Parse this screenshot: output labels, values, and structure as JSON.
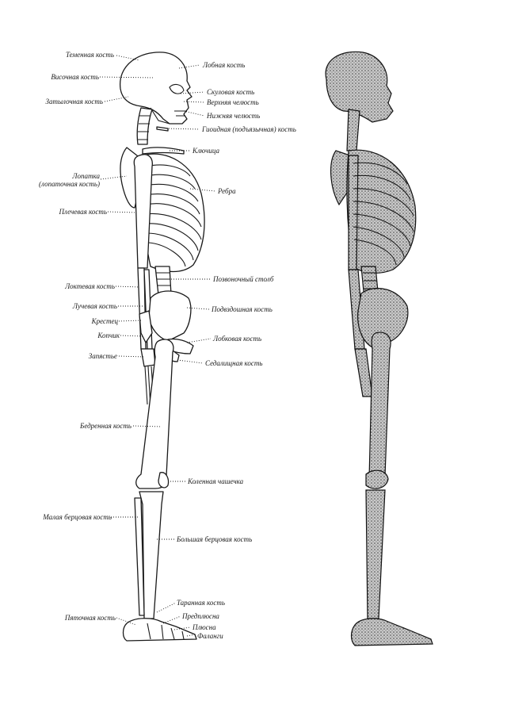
{
  "labels": {
    "parietal": "Теменная кость",
    "temporal": "Височная кость",
    "occipital": "Затылочная кость",
    "frontal": "Лобная кость",
    "zygomatic": "Скуловая кость",
    "maxilla": "Верхняя челюсть",
    "mandible": "Нижняя челюсть",
    "hyoid": "Гиоидная (подъязычная) кость",
    "clavicle": "Ключица",
    "scapula_line1": "Лопатка",
    "scapula_line2": "(лопаточная кость)",
    "ribs": "Ребра",
    "humerus": "Плечевая кость",
    "spine": "Позвоночный столб",
    "ulna": "Локтевая кость",
    "radius": "Лучевая кость",
    "ilium": "Подвздошная кость",
    "sacrum": "Крестец",
    "coccyx": "Копчик",
    "pubis": "Лобковая кость",
    "wrist": "Запястье",
    "ischium": "Седалищная кость",
    "femur": "Бедренная кость",
    "patella": "Коленная чашечка",
    "fibula": "Малая берцовая кость",
    "tibia": "Большая берцовая кость",
    "talus": "Таранная кость",
    "calcaneus": "Пяточная кость",
    "tarsus": "Предплюсна",
    "metatarsus": "Плюсна",
    "phalanges": "Фаланги"
  }
}
